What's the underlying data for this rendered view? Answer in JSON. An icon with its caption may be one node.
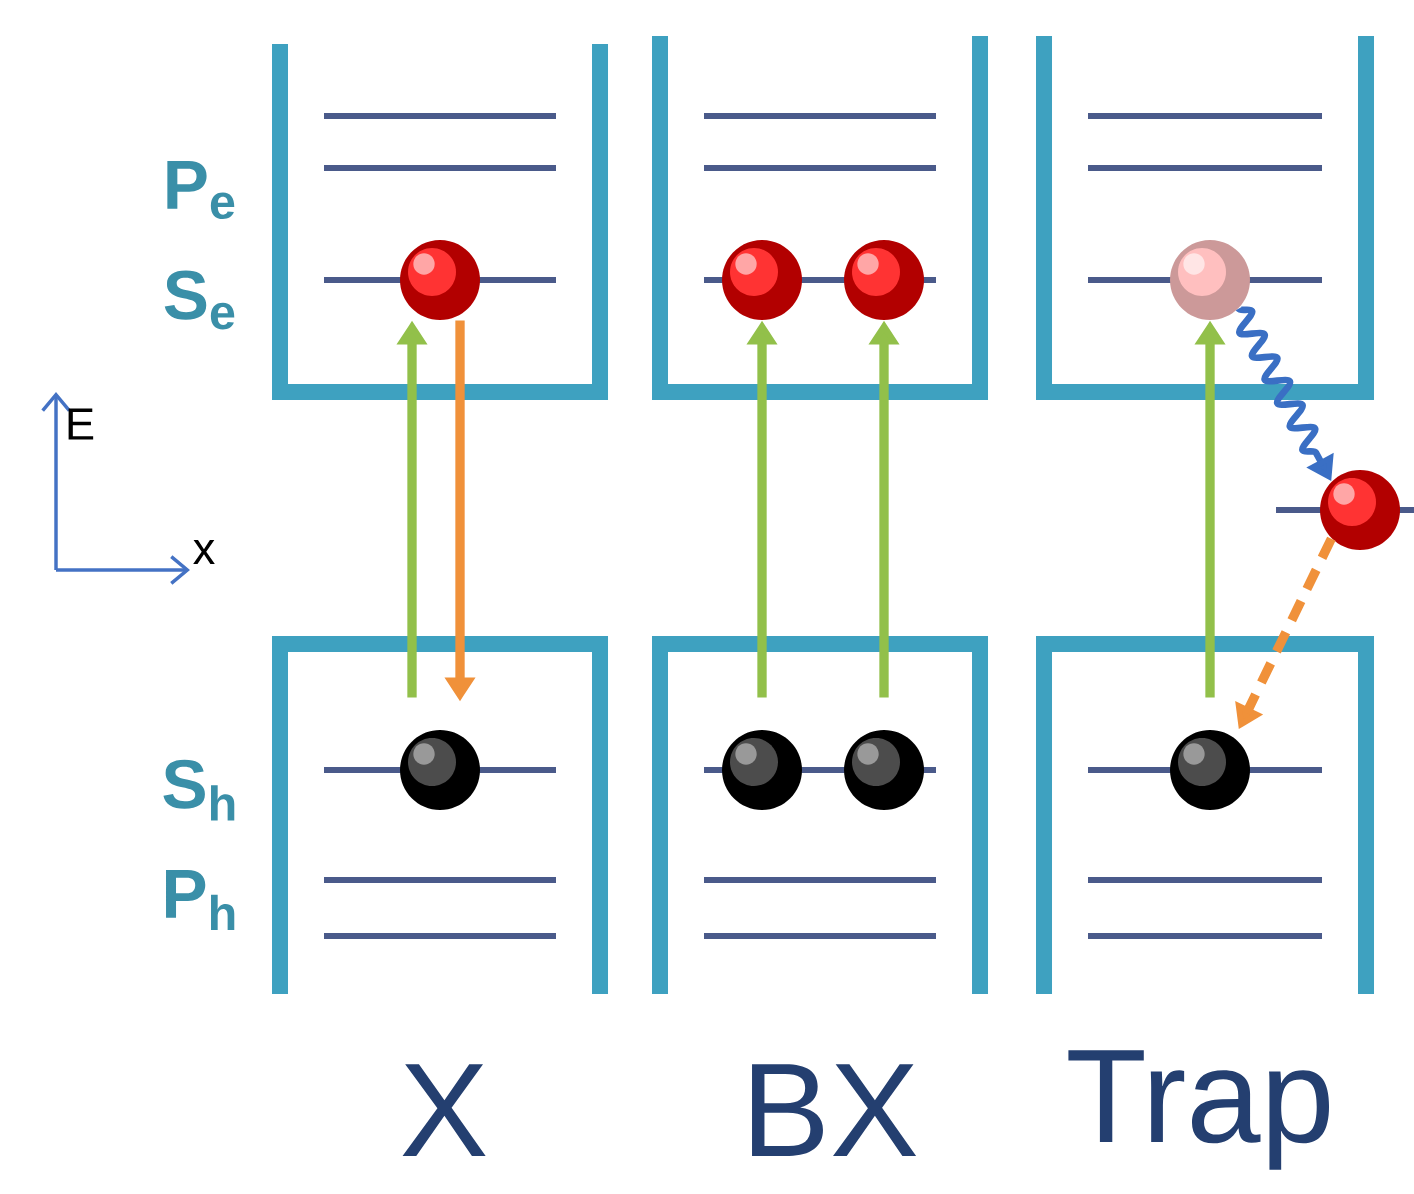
{
  "diagram": {
    "nodes": [
      {
        "text": [],
        "shape": "circle"
      },
      {
        "text": [],
        "shape": "circle"
      },
      {
        "text": [],
        "shape": "circle"
      },
      {
        "text": [],
        "shape": "circle"
      },
      {
        "text": [],
        "shape": "circle"
      },
      {
        "text": [],
        "shape": "circle"
      },
      {
        "text": [],
        "shape": "circle"
      },
      {
        "text": [],
        "shape": "circle"
      },
      {
        "text": [],
        "shape": "circle"
      }
    ],
    "edges": [
      {
        "from": 5,
        "to": 0,
        "arrow": "to"
      },
      {
        "from": 0,
        "to": 5,
        "arrow": "to",
        "color": "#f0913a"
      },
      {
        "from": 6,
        "to": 1,
        "arrow": "to"
      },
      {
        "from": 7,
        "to": 2,
        "arrow": "to"
      },
      {
        "from": 8,
        "to": 3,
        "arrow": "to"
      },
      {
        "from": 3,
        "to": 4,
        "arrow": "to",
        "color": "#3a6fc4"
      },
      {
        "from": 4,
        "to": 8,
        "arrow": "to",
        "style": "dashed",
        "color": "#f0913a"
      }
    ],
    "labels": [
      "P$_{e}$",
      "S$_{e}$",
      "E",
      "x",
      "S$_{h}$",
      "P$_{h}$",
      "X",
      "BX",
      "Trap"
    ]
  }
}
